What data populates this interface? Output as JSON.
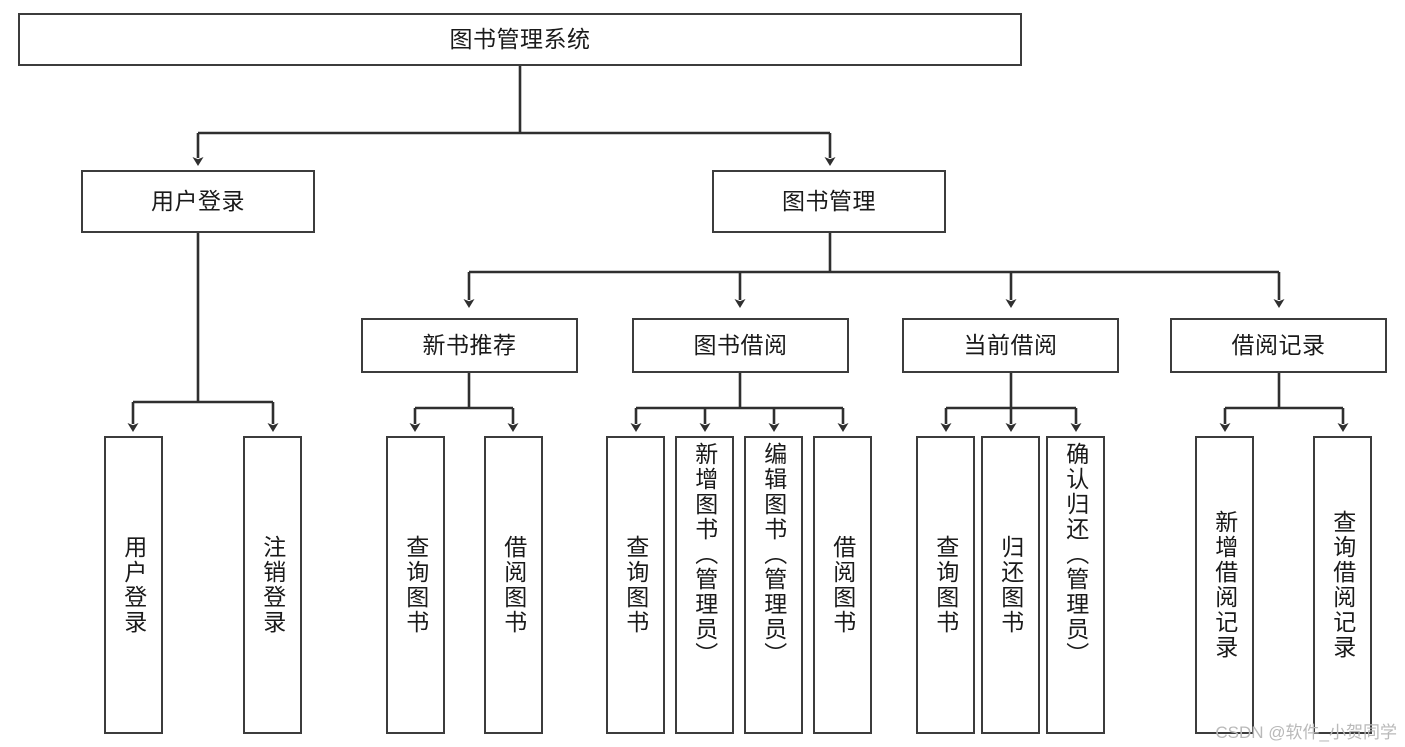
{
  "diagram": {
    "type": "tree",
    "title": "图书管理系统",
    "watermark": "CSDN @软件_小贺同学",
    "colors": {
      "border": "#3c3c3c",
      "background": "#ffffff",
      "text": "#1a1a1a",
      "connector": "#2f2f2f",
      "watermark": "#b9b9b9"
    },
    "levels": {
      "root": {
        "label": "图书管理系统"
      },
      "level2": [
        {
          "label": "用户登录"
        },
        {
          "label": "图书管理"
        }
      ],
      "level3": [
        {
          "label": "新书推荐"
        },
        {
          "label": "图书借阅"
        },
        {
          "label": "当前借阅"
        },
        {
          "label": "借阅记录"
        }
      ],
      "leaves": {
        "user_login": [
          {
            "label": "用户登录"
          },
          {
            "label": "注销登录"
          }
        ],
        "new_book": [
          {
            "label": "查询图书"
          },
          {
            "label": "借阅图书"
          }
        ],
        "book_borrow": [
          {
            "label": "查询图书"
          },
          {
            "label": "新增图书（管理员）"
          },
          {
            "label": "编辑图书（管理员）"
          },
          {
            "label": "借阅图书"
          }
        ],
        "current_borrow": [
          {
            "label": "查询图书"
          },
          {
            "label": "归还图书"
          },
          {
            "label": "确认归还（管理员）"
          }
        ],
        "borrow_record": [
          {
            "label": "新增借阅记录"
          },
          {
            "label": "查询借阅记录"
          }
        ]
      }
    }
  }
}
